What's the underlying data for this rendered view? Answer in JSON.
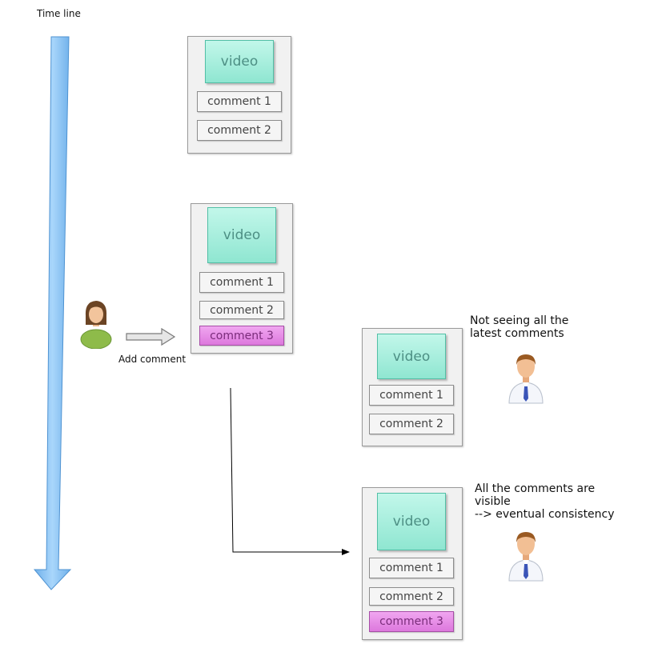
{
  "timeline": {
    "label": "Time line"
  },
  "panels": [
    {
      "video_label": "video",
      "comments": [
        "comment 1",
        "comment 2"
      ]
    },
    {
      "video_label": "video",
      "comments": [
        "comment 1",
        "comment 2",
        "comment 3"
      ]
    },
    {
      "video_label": "video",
      "comments": [
        "comment 1",
        "comment 2"
      ]
    },
    {
      "video_label": "video",
      "comments": [
        "comment 1",
        "comment 2",
        "comment 3"
      ]
    }
  ],
  "actions": {
    "add_comment": "Add comment"
  },
  "notes": {
    "stale": "Not seeing all the\nlatest comments",
    "consistent": "All the comments are\nvisible\n--> eventual consistency"
  },
  "colors": {
    "timeline": "#8ec4f2",
    "video": "#9feedb",
    "new_comment": "#e58de5"
  },
  "icons": [
    "woman-user-icon",
    "man-user-icon",
    "man-user-icon",
    "hollow-right-arrow-icon"
  ]
}
